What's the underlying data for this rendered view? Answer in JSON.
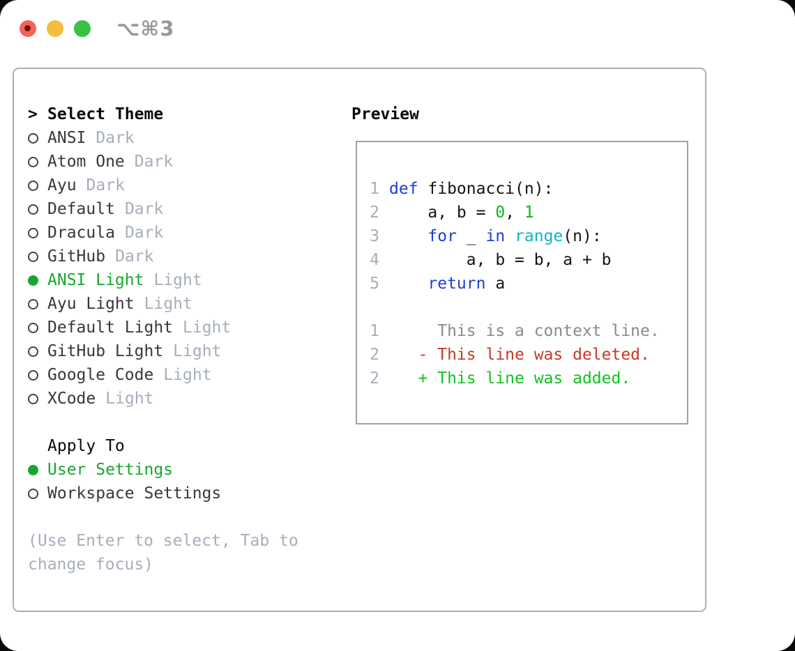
{
  "window": {
    "title": "⌥⌘3",
    "traffic_lights": [
      "close",
      "minimize",
      "zoom"
    ]
  },
  "theme_panel": {
    "header": {
      "prompt": ">",
      "label": "Select Theme"
    },
    "themes": [
      {
        "name": "ANSI",
        "variant": "Dark",
        "selected": false
      },
      {
        "name": "Atom One",
        "variant": "Dark",
        "selected": false
      },
      {
        "name": "Ayu",
        "variant": "Dark",
        "selected": false
      },
      {
        "name": "Default",
        "variant": "Dark",
        "selected": false
      },
      {
        "name": "Dracula",
        "variant": "Dark",
        "selected": false
      },
      {
        "name": "GitHub",
        "variant": "Dark",
        "selected": false
      },
      {
        "name": "ANSI Light",
        "variant": "Light",
        "selected": true
      },
      {
        "name": "Ayu Light",
        "variant": "Light",
        "selected": false
      },
      {
        "name": "Default Light",
        "variant": "Light",
        "selected": false
      },
      {
        "name": "GitHub Light",
        "variant": "Light",
        "selected": false
      },
      {
        "name": "Google Code",
        "variant": "Light",
        "selected": false
      },
      {
        "name": "XCode",
        "variant": "Light",
        "selected": false
      }
    ],
    "apply_to": {
      "label": "Apply To",
      "options": [
        {
          "name": "User Settings",
          "selected": true
        },
        {
          "name": "Workspace Settings",
          "selected": false
        }
      ]
    },
    "hint_lines": [
      "(Use Enter to select, Tab to",
      "change focus)"
    ],
    "icons": {
      "selected": "filled-circle",
      "unselected": "circle-outline"
    }
  },
  "preview_panel": {
    "header": "Preview",
    "lines": [
      {
        "num": "1",
        "tokens": [
          {
            "text": "def",
            "color": "keyword"
          },
          {
            "text": " fibonacci(n):",
            "color": "plain"
          }
        ]
      },
      {
        "num": "2",
        "tokens": [
          {
            "text": "    a, b = ",
            "color": "plain"
          },
          {
            "text": "0",
            "color": "number"
          },
          {
            "text": ", ",
            "color": "plain"
          },
          {
            "text": "1",
            "color": "number"
          }
        ]
      },
      {
        "num": "3",
        "tokens": [
          {
            "text": "    ",
            "color": "plain"
          },
          {
            "text": "for",
            "color": "keyword"
          },
          {
            "text": " _ ",
            "color": "plain"
          },
          {
            "text": "in",
            "color": "keyword"
          },
          {
            "text": " ",
            "color": "plain"
          },
          {
            "text": "range",
            "color": "builtin"
          },
          {
            "text": "(n):",
            "color": "plain"
          }
        ]
      },
      {
        "num": "4",
        "tokens": [
          {
            "text": "        a, b = b, a + b",
            "color": "plain"
          }
        ]
      },
      {
        "num": "5",
        "tokens": [
          {
            "text": "    ",
            "color": "plain"
          },
          {
            "text": "return",
            "color": "keyword"
          },
          {
            "text": " a",
            "color": "plain"
          }
        ]
      },
      {
        "blank": true
      },
      {
        "num": "1",
        "tokens": [
          {
            "text": "     This is a context line.",
            "color": "context"
          }
        ]
      },
      {
        "num": "2",
        "tokens": [
          {
            "text": "   - This line was deleted.",
            "color": "deleted"
          }
        ]
      },
      {
        "num": "2",
        "tokens": [
          {
            "text": "   + This line was added.",
            "color": "added"
          }
        ]
      }
    ]
  },
  "colors": {
    "keyword": "#1c3ed3",
    "builtin": "#12b5c4",
    "number": "#0db51c",
    "plain": "#141414",
    "context": "#8b8b8b",
    "deleted": "#c43b28",
    "added": "#0ec41e",
    "selected_green": "#16a82c",
    "muted": "#a6aebb",
    "line_number": "#a6aebb",
    "border": "#a9b0ba",
    "preview_border": "#9aa2ac",
    "ring": "#41414a",
    "text": "#37373d",
    "header_text": "#0b0b0d",
    "title_gray": "#97979c",
    "tl_red": "#f4635a",
    "tl_red_dot": "#6d120f",
    "tl_yellow": "#f5bd3e",
    "tl_green": "#35c245"
  }
}
